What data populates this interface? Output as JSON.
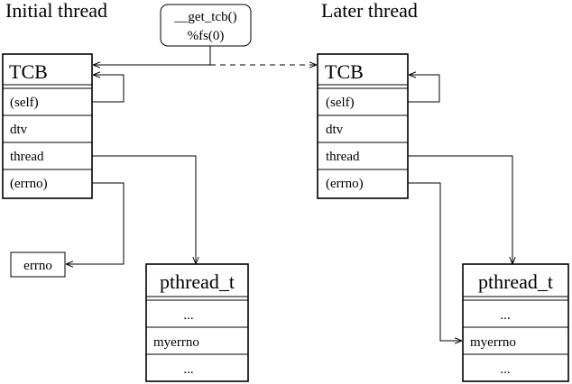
{
  "headers": {
    "initial": "Initial thread",
    "later": "Later thread"
  },
  "call_box": {
    "line1": "__get_tcb()",
    "line2": "%fs(0)"
  },
  "tcb_initial": {
    "title": "TCB",
    "fields": [
      "(self)",
      "dtv",
      "thread",
      "(errno)"
    ]
  },
  "tcb_later": {
    "title": "TCB",
    "fields": [
      "(self)",
      "dtv",
      "thread",
      "(errno)"
    ]
  },
  "errno_box": {
    "label": "errno"
  },
  "pthread_initial": {
    "title": "pthread_t",
    "rows": [
      "...",
      "myerrno",
      "..."
    ]
  },
  "pthread_later": {
    "title": "pthread_t",
    "rows": [
      "...",
      "myerrno",
      "..."
    ]
  }
}
